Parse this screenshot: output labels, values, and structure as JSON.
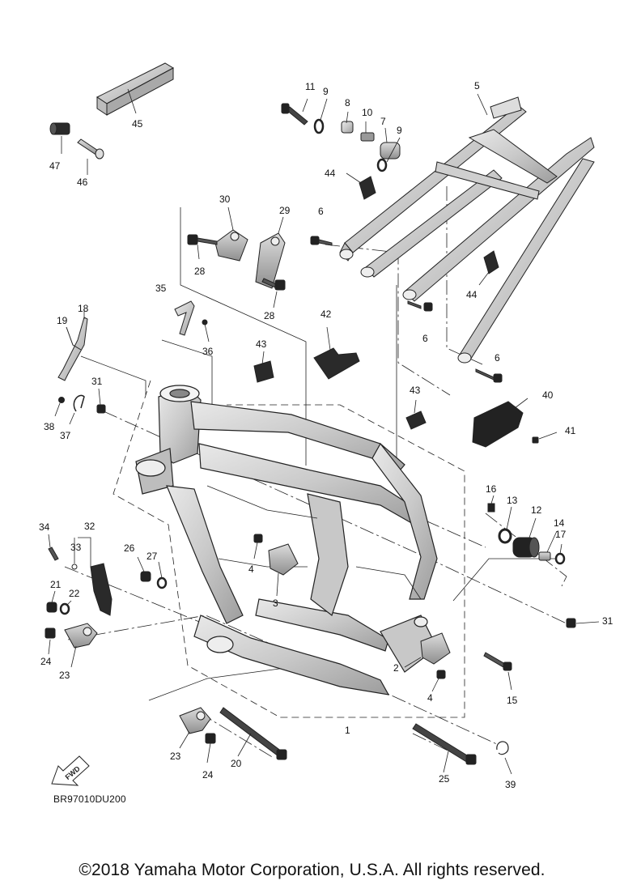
{
  "diagram_code": "BR97010DU200",
  "copyright": "©2018 Yamaha Motor Corporation, U.S.A. All rights reserved.",
  "fwd_label": "FWD",
  "callouts": [
    {
      "id": "c11",
      "text": "11"
    },
    {
      "id": "c9a",
      "text": "9"
    },
    {
      "id": "c8",
      "text": "8"
    },
    {
      "id": "c10",
      "text": "10"
    },
    {
      "id": "c7",
      "text": "7"
    },
    {
      "id": "c9b",
      "text": "9"
    },
    {
      "id": "c5",
      "text": "5"
    },
    {
      "id": "c45",
      "text": "45"
    },
    {
      "id": "c47",
      "text": "47"
    },
    {
      "id": "c46",
      "text": "46"
    },
    {
      "id": "c44a",
      "text": "44"
    },
    {
      "id": "c30",
      "text": "30"
    },
    {
      "id": "c29",
      "text": "29"
    },
    {
      "id": "c6a",
      "text": "6"
    },
    {
      "id": "c28a",
      "text": "28"
    },
    {
      "id": "c28b",
      "text": "28"
    },
    {
      "id": "c44b",
      "text": "44"
    },
    {
      "id": "c35",
      "text": "35"
    },
    {
      "id": "c42",
      "text": "42"
    },
    {
      "id": "c6b",
      "text": "6"
    },
    {
      "id": "c18",
      "text": "18"
    },
    {
      "id": "c19",
      "text": "19"
    },
    {
      "id": "c36",
      "text": "36"
    },
    {
      "id": "c43a",
      "text": "43"
    },
    {
      "id": "c6c",
      "text": "6"
    },
    {
      "id": "c31a",
      "text": "31"
    },
    {
      "id": "c43b",
      "text": "43"
    },
    {
      "id": "c40",
      "text": "40"
    },
    {
      "id": "c38",
      "text": "38"
    },
    {
      "id": "c37",
      "text": "37"
    },
    {
      "id": "c41",
      "text": "41"
    },
    {
      "id": "c16",
      "text": "16"
    },
    {
      "id": "c13",
      "text": "13"
    },
    {
      "id": "c12",
      "text": "12"
    },
    {
      "id": "c14",
      "text": "14"
    },
    {
      "id": "c17",
      "text": "17"
    },
    {
      "id": "c34",
      "text": "34"
    },
    {
      "id": "c32",
      "text": "32"
    },
    {
      "id": "c33",
      "text": "33"
    },
    {
      "id": "c26",
      "text": "26"
    },
    {
      "id": "c27",
      "text": "27"
    },
    {
      "id": "c4a",
      "text": "4"
    },
    {
      "id": "c21",
      "text": "21"
    },
    {
      "id": "c22",
      "text": "22"
    },
    {
      "id": "c3",
      "text": "3"
    },
    {
      "id": "c31b",
      "text": "31"
    },
    {
      "id": "c24a",
      "text": "24"
    },
    {
      "id": "c23a",
      "text": "23"
    },
    {
      "id": "c2",
      "text": "2"
    },
    {
      "id": "c15",
      "text": "15"
    },
    {
      "id": "c4b",
      "text": "4"
    },
    {
      "id": "c1",
      "text": "1"
    },
    {
      "id": "c23b",
      "text": "23"
    },
    {
      "id": "c20",
      "text": "20"
    },
    {
      "id": "c24b",
      "text": "24"
    },
    {
      "id": "c25",
      "text": "25"
    },
    {
      "id": "c39",
      "text": "39"
    }
  ]
}
